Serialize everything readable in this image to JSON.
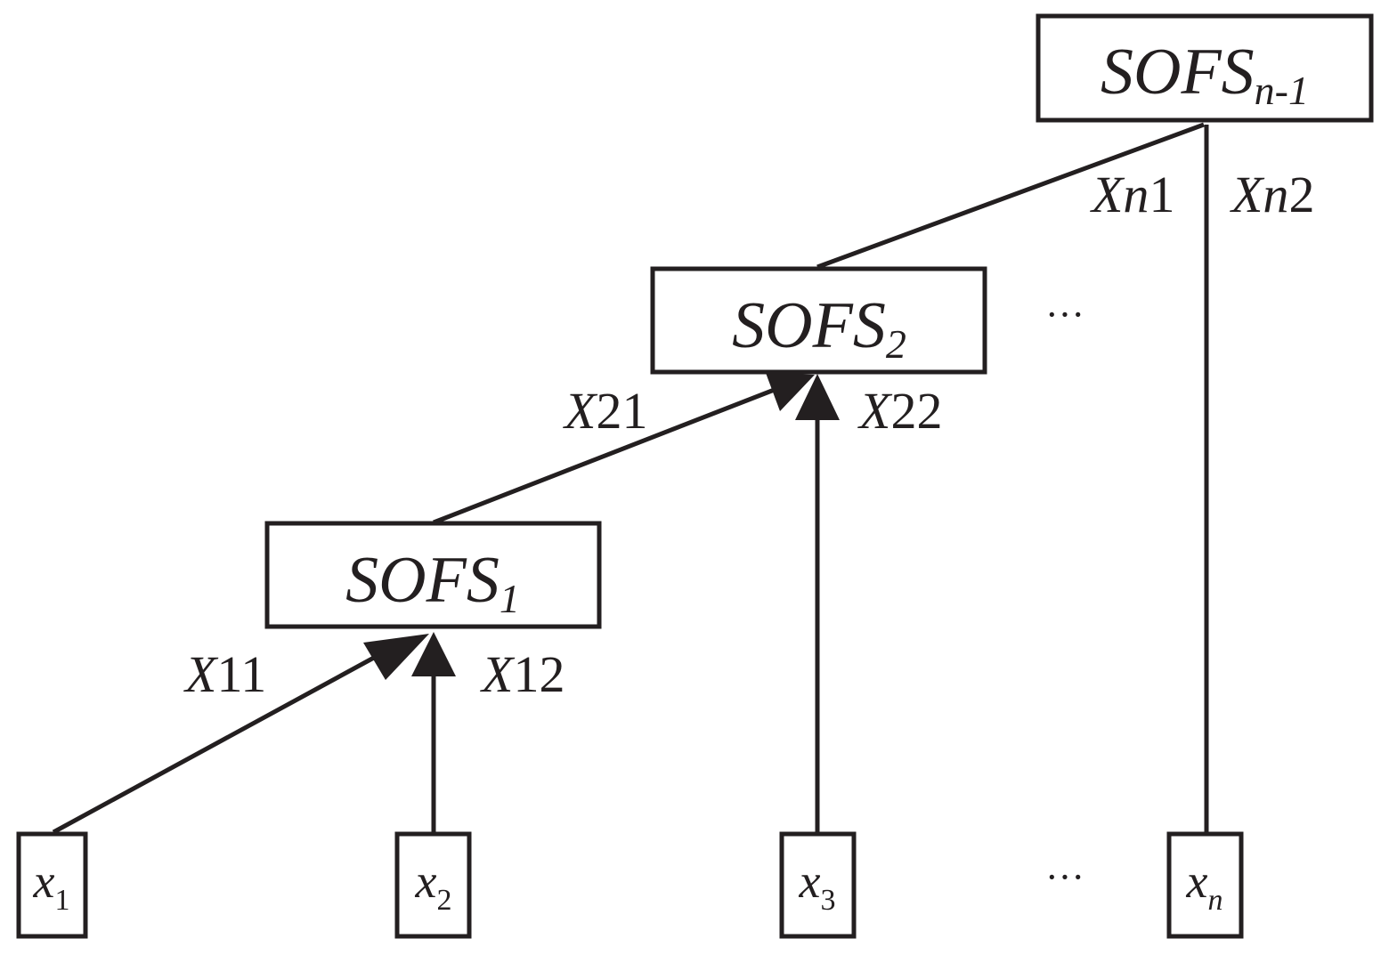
{
  "colors": {
    "ink": "#231f20",
    "background": "#ffffff"
  },
  "nodes": {
    "sofs1": {
      "main": "SOFS",
      "sub": "1"
    },
    "sofs2": {
      "main": "SOFS",
      "sub": "2"
    },
    "sofsn": {
      "main": "SOFS",
      "sub": "n-1"
    },
    "x1": {
      "main": "x",
      "sub": "1"
    },
    "x2": {
      "main": "x",
      "sub": "2"
    },
    "x3": {
      "main": "x",
      "sub": "3"
    },
    "xn": {
      "main": "x",
      "sub": "n"
    }
  },
  "edges": {
    "x11": {
      "var": "X",
      "index": "11"
    },
    "x12": {
      "var": "X",
      "index": "12"
    },
    "x21": {
      "var": "X",
      "index": "21"
    },
    "x22": {
      "var": "X",
      "index": "22"
    },
    "xn1": {
      "var": "Xn",
      "index": "1"
    },
    "xn2": {
      "var": "Xn",
      "index": "2"
    }
  },
  "ellipsis": "···"
}
